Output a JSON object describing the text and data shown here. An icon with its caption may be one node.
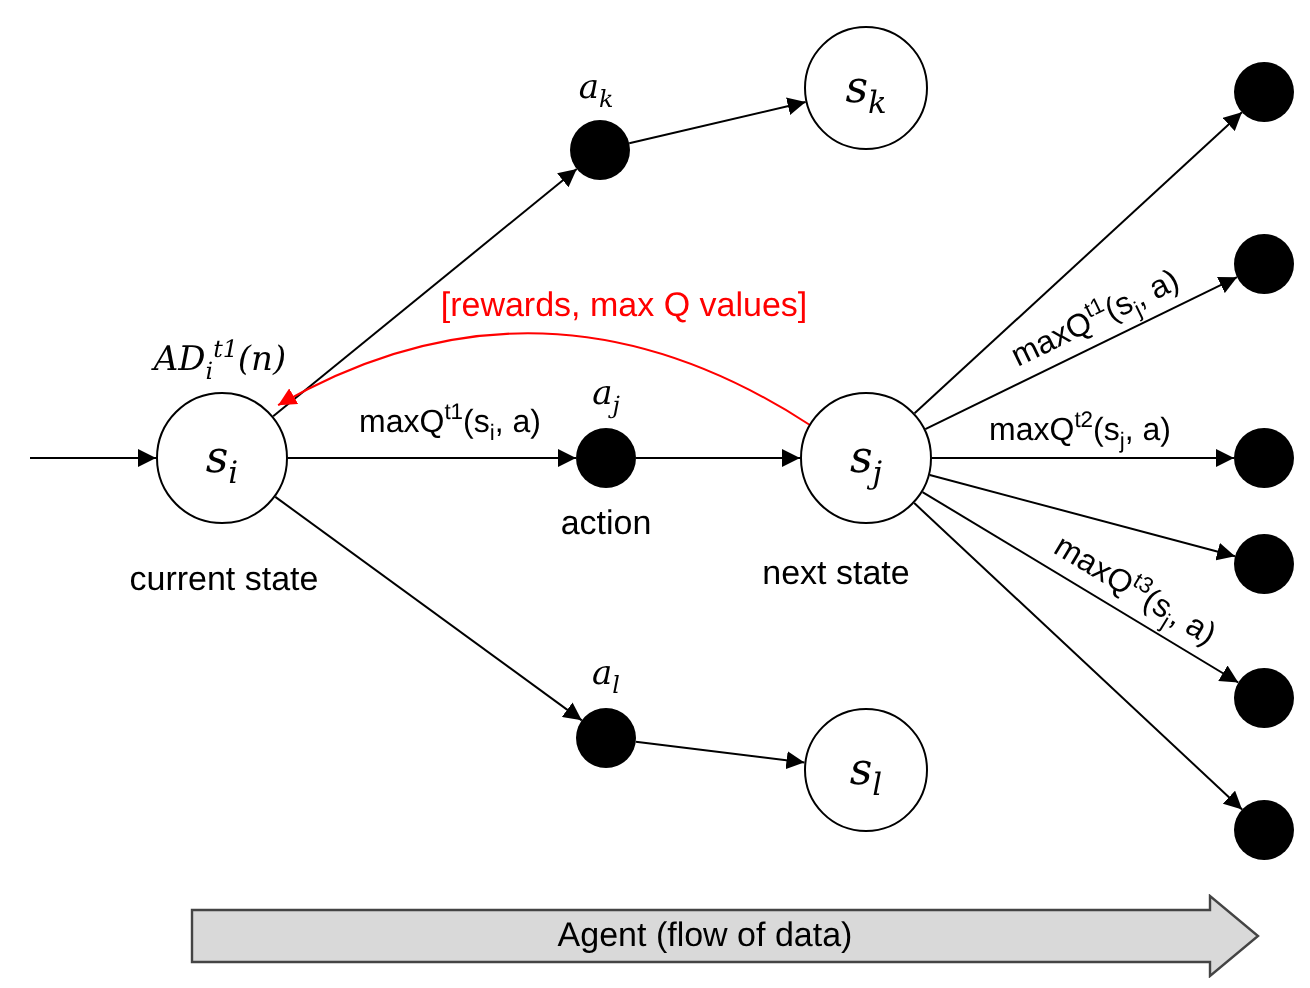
{
  "diagram": {
    "nodes": [
      {
        "text": [
          "s$_{i}$"
        ],
        "beside": [
          "AD$_{i}$$^{t1}$(n)",
          "current state"
        ]
      },
      {
        "text": [
          "a$_{k}$"
        ]
      },
      {
        "text": [
          "s$_{k}$"
        ]
      },
      {
        "text": [
          "a$_{j}$"
        ],
        "beside": [
          "action"
        ]
      },
      {
        "text": [
          "s$_{j}$"
        ],
        "beside": [
          "next state"
        ]
      },
      {
        "text": [
          "a$_{l}$"
        ]
      },
      {
        "text": [
          "s$_{l}$"
        ]
      },
      {
        "text": [],
        "shape": "circle"
      },
      {
        "text": [],
        "shape": "circle"
      },
      {
        "text": [],
        "shape": "circle"
      },
      {
        "text": [],
        "shape": "circle"
      },
      {
        "text": [],
        "shape": "circle"
      },
      {
        "text": [],
        "shape": "circle"
      },
      {
        "text": [
          "Agent (flow of data)"
        ]
      }
    ],
    "edges": [
      {
        "from": null,
        "to": 0,
        "arrow": "to"
      },
      {
        "from": 0,
        "to": 1,
        "arrow": "to"
      },
      {
        "from": 1,
        "to": 2,
        "arrow": "to"
      },
      {
        "from": 0,
        "to": 3,
        "arrow": "to",
        "label": "maxQ$^{t1}$(s$_{i}$, a)"
      },
      {
        "from": 3,
        "to": 4,
        "arrow": "to"
      },
      {
        "from": 4,
        "to": 0,
        "arrow": "to",
        "label": "[rewards, max Q values]",
        "color": "#ff0000"
      },
      {
        "from": 0,
        "to": 5,
        "arrow": "to"
      },
      {
        "from": 5,
        "to": 6,
        "arrow": "to"
      },
      {
        "from": 4,
        "to": 7,
        "arrow": "to"
      },
      {
        "from": 4,
        "to": 8,
        "arrow": "to",
        "label": "maxQ$^{t1}$(s$_{j}$, a)"
      },
      {
        "from": 4,
        "to": 9,
        "arrow": "to",
        "label": "maxQ$^{t2}$(s$_{j}$, a)"
      },
      {
        "from": 4,
        "to": 10,
        "arrow": "to"
      },
      {
        "from": 4,
        "to": 11,
        "arrow": "to",
        "label": "maxQ$^{t3}$(s$_{j}$, a)"
      },
      {
        "from": 4,
        "to": 12,
        "arrow": "to"
      }
    ]
  }
}
